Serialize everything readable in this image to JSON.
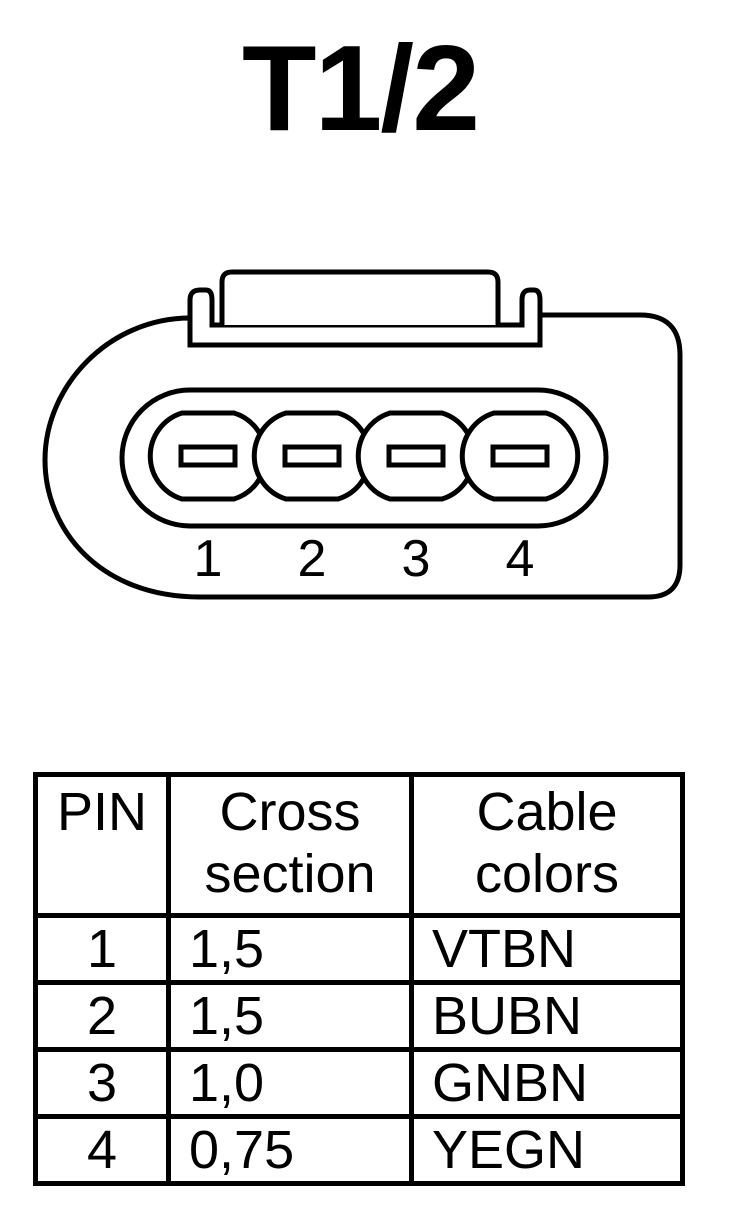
{
  "title": "T1/2",
  "connector": {
    "pin_labels": [
      "1",
      "2",
      "3",
      "4"
    ]
  },
  "table": {
    "headers": {
      "pin": "PIN",
      "cross_section": [
        "Cross",
        "section"
      ],
      "cable_colors": [
        "Cable",
        "colors"
      ]
    },
    "rows": [
      {
        "pin": "1",
        "cross_section": "1,5",
        "cable_color": "VTBN"
      },
      {
        "pin": "2",
        "cross_section": "1,5",
        "cable_color": "BUBN"
      },
      {
        "pin": "3",
        "cross_section": "1,0",
        "cable_color": "GNBN"
      },
      {
        "pin": "4",
        "cross_section": "0,75",
        "cable_color": "YEGN"
      }
    ]
  }
}
